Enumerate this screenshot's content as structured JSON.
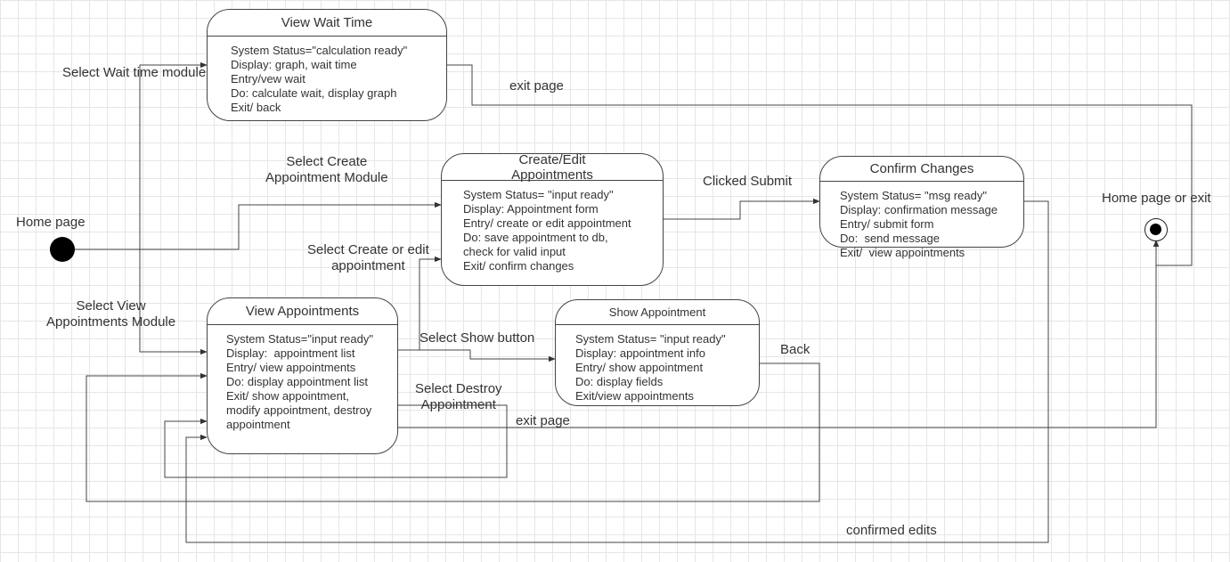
{
  "states": {
    "view_wait": {
      "title": "View Wait Time",
      "lines": [
        "System Status=\"calculation ready\"",
        "Display: graph, wait time",
        "Entry/vew wait",
        "Do: calculate wait, display graph",
        "Exit/ back"
      ]
    },
    "create_edit": {
      "title": "Create/Edit\nAppointments",
      "lines": [
        "System Status= \"input ready\"",
        "Display: Appointment form",
        "Entry/ create or edit appointment",
        "Do: save appointment to db,",
        "check for valid input",
        "Exit/ confirm changes"
      ]
    },
    "confirm": {
      "title": "Confirm Changes",
      "lines": [
        "System Status= \"msg ready\"",
        "Display: confirmation message",
        "Entry/ submit form",
        "Do:  send message",
        "Exit/  view appointments"
      ]
    },
    "view_appts": {
      "title": "View Appointments",
      "lines": [
        "System Status=\"input ready\"",
        "Display:  appointment list",
        "Entry/ view appointments",
        "Do: display appointment list",
        "Exit/ show appointment,",
        "modify appointment, destroy",
        "appointment"
      ]
    },
    "show_appt": {
      "title": "Show Appointment",
      "lines": [
        "System Status= \"input ready\"",
        "Display: appointment info",
        "Entry/ show appointment",
        "Do: display fields",
        "Exit/view appointments"
      ]
    }
  },
  "labels": {
    "home_page": "Home page",
    "select_wait": "Select Wait time module",
    "exit_page_top": "exit page",
    "select_create": "Select Create\nAppointment Module",
    "clicked_submit": "Clicked Submit",
    "home_or_exit": "Home page or exit",
    "select_create_edit": "Select Create or edit\nappointment",
    "select_view": "Select View\nAppointments Module",
    "select_show": "Select Show button",
    "back": "Back",
    "select_destroy": "Select Destroy\nAppointment",
    "exit_page_bottom": "exit page",
    "confirmed_edits": "confirmed edits"
  }
}
